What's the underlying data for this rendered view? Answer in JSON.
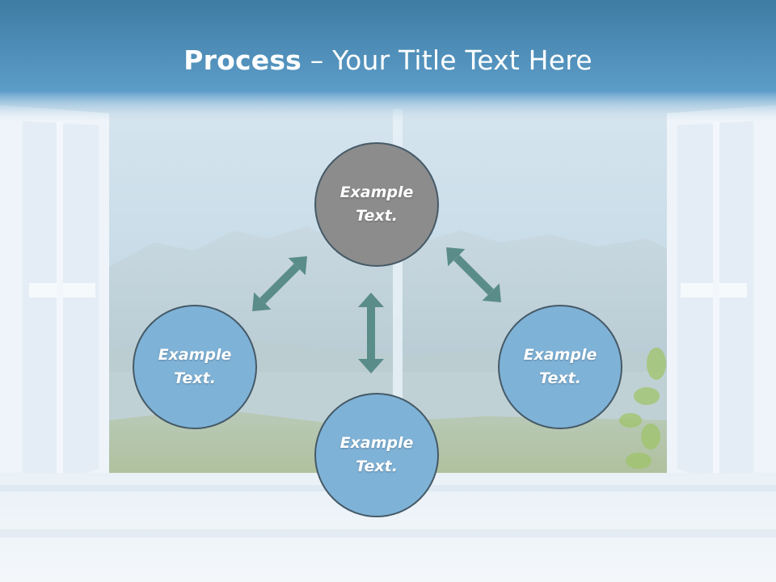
{
  "slide": {
    "title_strong": "Process",
    "title_rest": " – Your Title Text Here"
  },
  "nodes": {
    "top": {
      "label": "Example\nText.",
      "color": "#8c8c8c"
    },
    "left": {
      "label": "Example\nText.",
      "color": "#7fb2d7"
    },
    "right": {
      "label": "Example\nText.",
      "color": "#7fb2d7"
    },
    "bottom": {
      "label": "Example\nText.",
      "color": "#7fb2d7"
    }
  },
  "arrow_color": "#5a8c8a",
  "background": {
    "sky": "#c7dde9",
    "frame": "#eef4f9",
    "title_band": "#4a8bb5"
  }
}
